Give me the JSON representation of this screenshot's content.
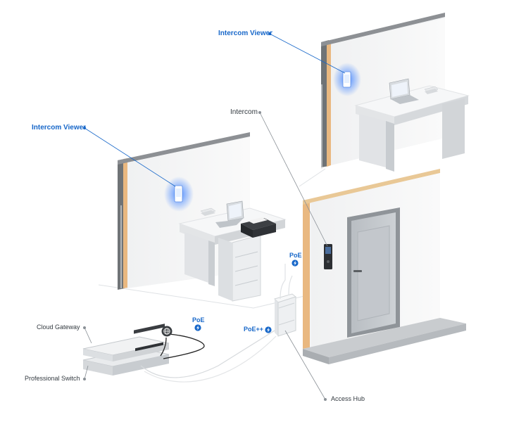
{
  "labels": {
    "intercom_viewer_right": "Intercom Viewer",
    "intercom_viewer_left": "Intercom Viewer",
    "intercom": "Intercom",
    "poe_door": "PoE",
    "poe_switch": "PoE",
    "poe_plus_plus": "PoE++",
    "cloud_gateway": "Cloud Gateway",
    "professional_switch": "Professional Switch",
    "access_hub": "Access Hub"
  },
  "colors": {
    "accent_blue": "#1767c9",
    "leader_gray": "#8a9096",
    "wall_insulation": "#e9b880",
    "wall_brick": "#7c7f82",
    "viewer_glow": "#3b7dff"
  },
  "icons": {
    "poe_badge": "lightning-bolt-icon",
    "internet": "globe-icon"
  }
}
